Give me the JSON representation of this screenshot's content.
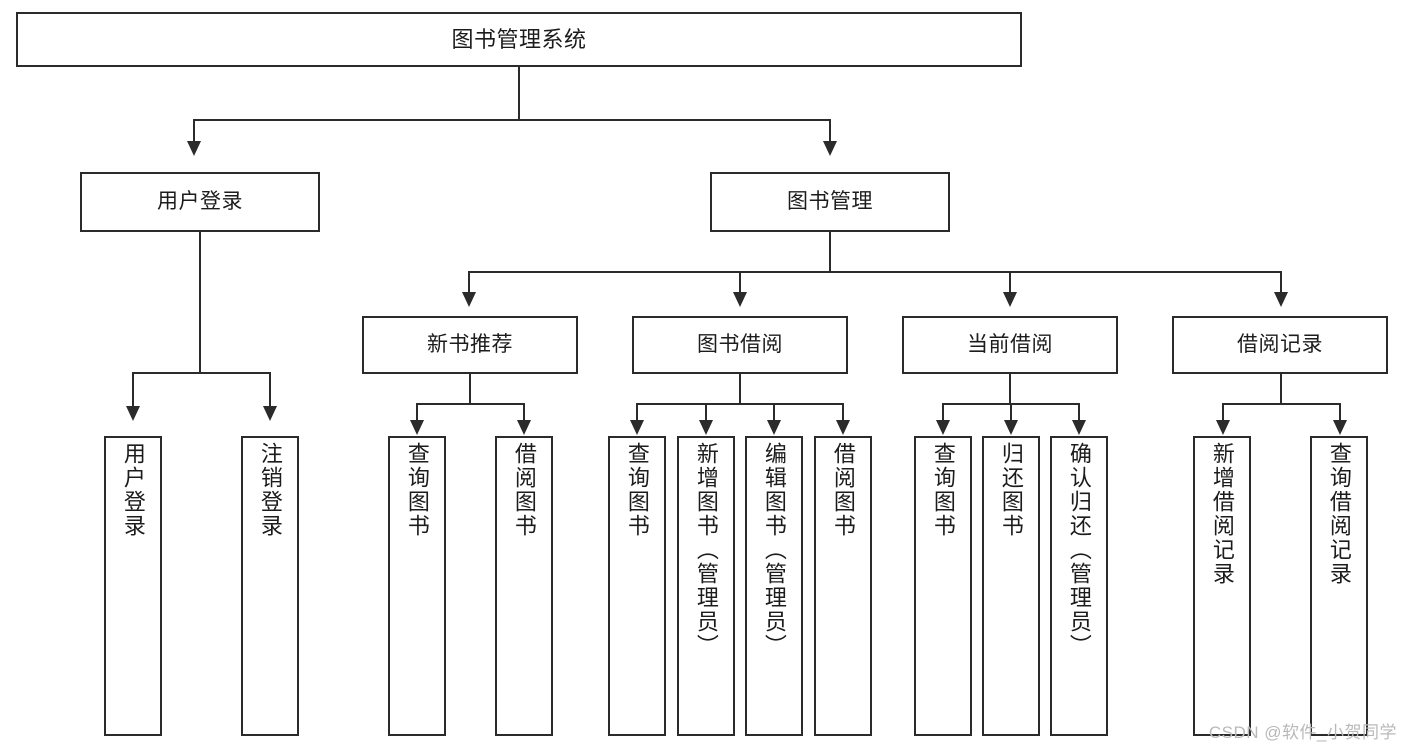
{
  "diagram": {
    "title": "图书管理系统",
    "watermark": "CSDN @软件_小贺同学",
    "type": "tree-hierarchy-diagram",
    "colors": {
      "stroke": "#2b2b2b",
      "fill": "#ffffff",
      "text": "#1c1c1c",
      "watermark": "#b9b9b9"
    },
    "root": {
      "label": "图书管理系统"
    },
    "level2": [
      {
        "label": "用户登录"
      },
      {
        "label": "图书管理"
      }
    ],
    "level3": [
      {
        "label": "新书推荐"
      },
      {
        "label": "图书借阅"
      },
      {
        "label": "当前借阅"
      },
      {
        "label": "借阅记录"
      }
    ],
    "leaves": {
      "user_login": [
        {
          "label": "用户登录"
        },
        {
          "label": "注销登录"
        }
      ],
      "new_book_recommend": [
        {
          "label": "查询图书"
        },
        {
          "label": "借阅图书"
        }
      ],
      "book_borrow": [
        {
          "label": "查询图书"
        },
        {
          "label": "新增图书（管理员）"
        },
        {
          "label": "编辑图书（管理员）"
        },
        {
          "label": "借阅图书"
        }
      ],
      "current_borrow": [
        {
          "label": "查询图书"
        },
        {
          "label": "归还图书"
        },
        {
          "label": "确认归还（管理员）"
        }
      ],
      "borrow_record": [
        {
          "label": "新增借阅记录"
        },
        {
          "label": "查询借阅记录"
        }
      ]
    }
  }
}
